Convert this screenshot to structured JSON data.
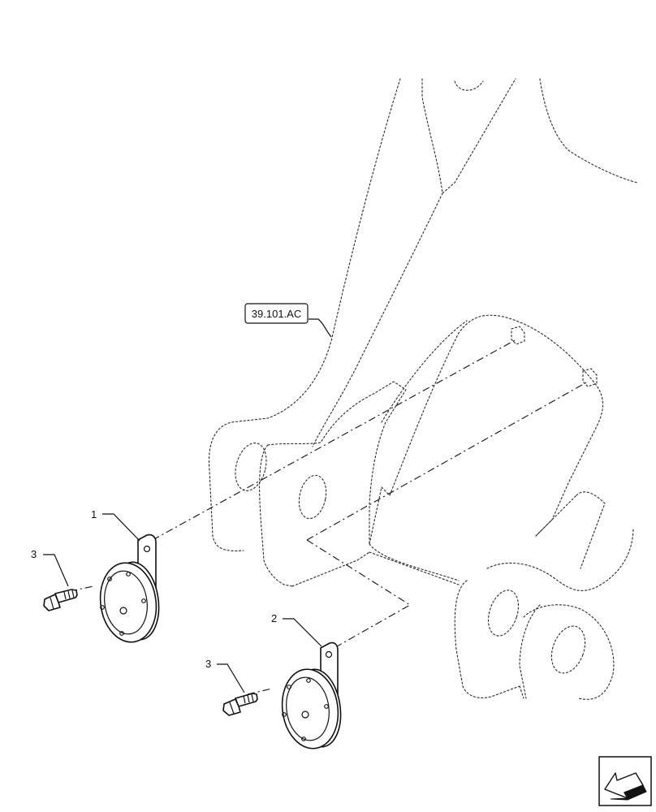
{
  "reference_label": "39.101.AC",
  "callouts": {
    "horn_upper": "1",
    "horn_lower": "2",
    "bolt_upper": "3",
    "bolt_lower": "3"
  },
  "icons": {
    "nav": "view-direction-arrow-icon"
  }
}
